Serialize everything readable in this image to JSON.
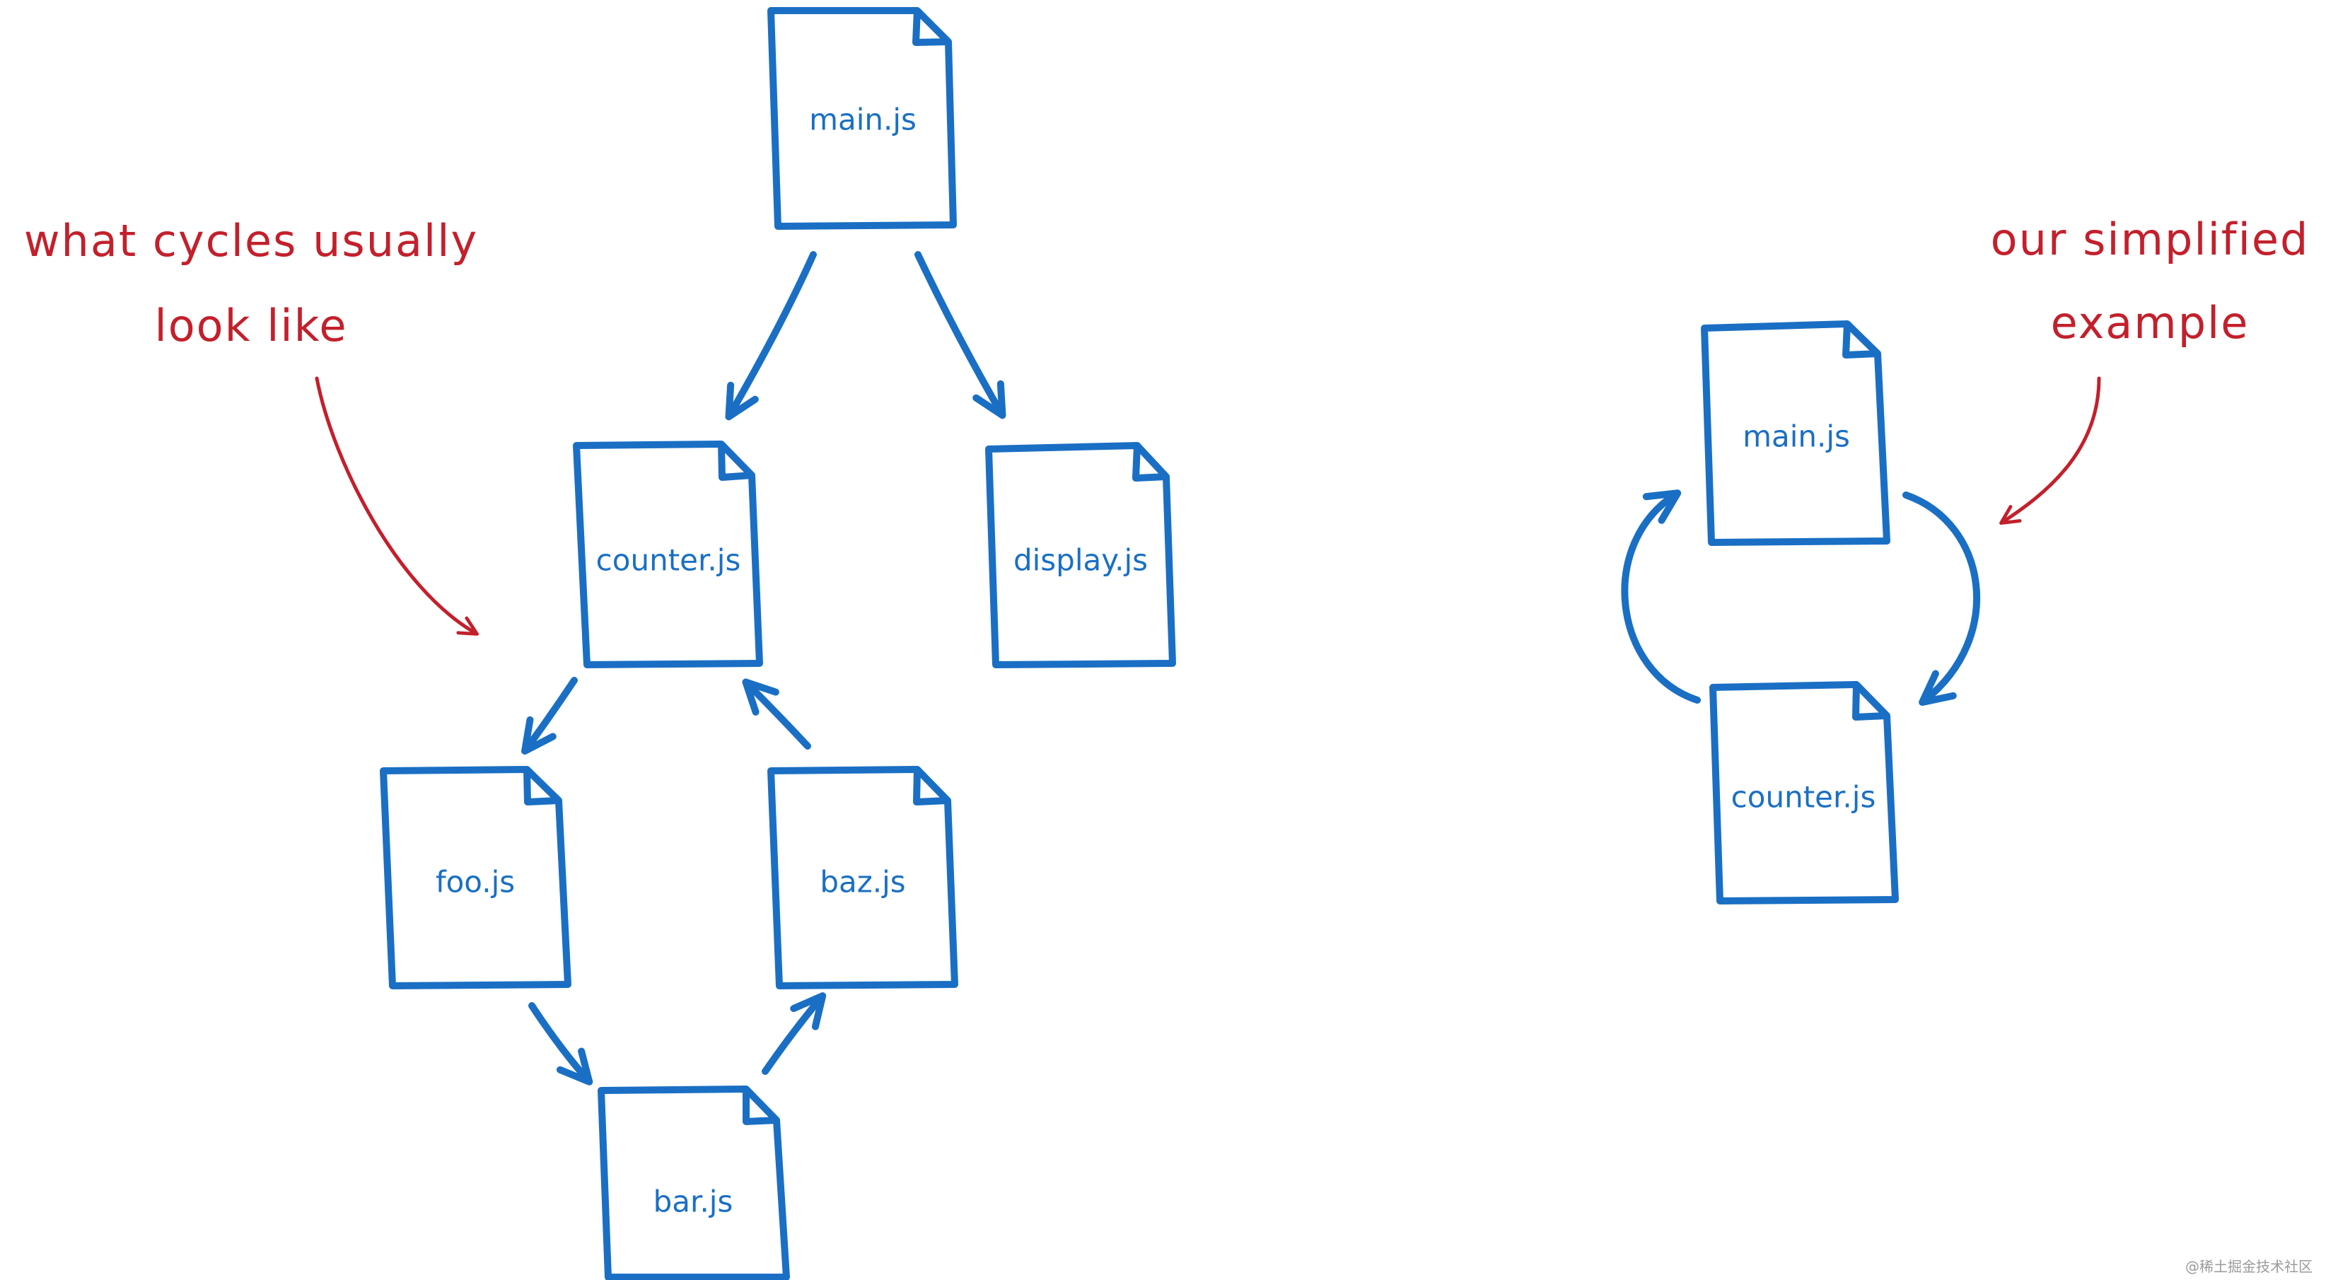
{
  "colors": {
    "file": "#1a6fc4",
    "annotation": "#c3202c",
    "watermark": "#9a9a9a"
  },
  "left_diagram": {
    "files": [
      {
        "label": "main.js"
      },
      {
        "label": "counter.js"
      },
      {
        "label": "display.js"
      },
      {
        "label": "foo.js"
      },
      {
        "label": "baz.js"
      },
      {
        "label": "bar.js"
      }
    ],
    "annotation": {
      "line1": "what cycles usually",
      "line2": "look like"
    }
  },
  "right_diagram": {
    "files": [
      {
        "label": "main.js"
      },
      {
        "label": "counter.js"
      }
    ],
    "annotation": {
      "line1": "our simplified",
      "line2": "example"
    }
  },
  "watermark": "@稀土掘金技术社区"
}
